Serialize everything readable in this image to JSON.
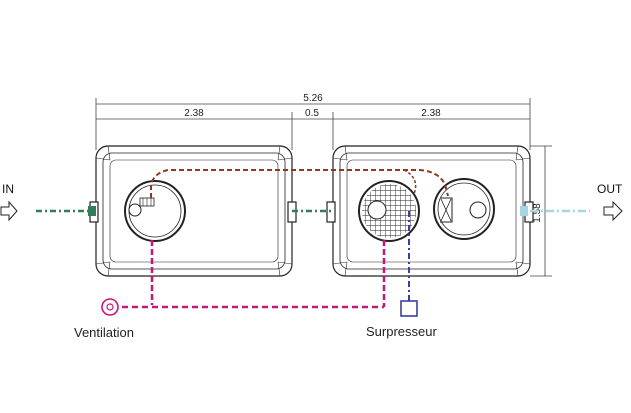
{
  "dimensions": {
    "total_length": "5.26",
    "tank1_length": "2.38",
    "gap": "0.5",
    "tank2_length": "2.38",
    "width": "1.58"
  },
  "labels": {
    "inlet": "IN",
    "outlet": "OUT",
    "ventilation": "Ventilation",
    "blower": "Surpresseur"
  },
  "colors": {
    "inlet_pipe": "#2f7d5c",
    "outlet_pipe": "#a6d6e3",
    "overflow_line": "#8b3a1f",
    "ventilation_line": "#c8157c",
    "air_line": "#3b3fa0",
    "outline": "#222222"
  },
  "icons": [
    "arrow-right-icon",
    "ventilation-cap-icon",
    "blower-box-icon"
  ]
}
